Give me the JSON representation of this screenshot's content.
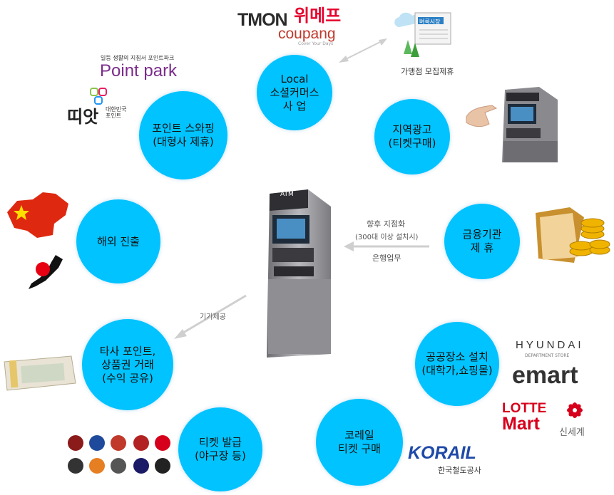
{
  "nodes": {
    "local": "Local\n소셜커머스\n사  업",
    "local_ad": "지역광고\n(티켓구매)",
    "finance": "금융기관\n제  휴",
    "public_install": "공공장소 설치\n(대학가,쇼핑몰)",
    "korail": "코레일\n티켓 구매",
    "ticket_issue": "티켓 발급\n(야구장 등)",
    "point_share": "타사 포인트,\n상품권 거래\n(수익 공유)",
    "overseas": "해외 진출",
    "point_swap": "포인트 스와핑\n(대형사 제휴)"
  },
  "labels": {
    "bank_future_1": "향후 지점화",
    "bank_future_2": "(300대 이상 설치시)",
    "bank_service": "은행업무",
    "device_supply": "기기제공",
    "merchant_recruit": "가맹점 모집제휴",
    "atm_text": "ATM",
    "newspaper": "벼룩시장"
  },
  "logos": {
    "tmon": "TMON",
    "wemakeprice": "위메프",
    "coupang": "coupang",
    "coupang_tag": "Cover Your Days",
    "pointpark_top": "일등 생활의 지침서 포인트파크",
    "pointpark": "Point park",
    "ttiat": "띠앗",
    "ttiat_sub": "대한민국\n포인트",
    "hyundai": "HYUNDAI",
    "hyundai_sub": "DEPARTMENT STORE",
    "emart": "emart",
    "lotte": "LOTTE",
    "mart": "Mart",
    "shinsegae": "신세계",
    "korail": "KORAIL",
    "korail_sub": "한국철도공사"
  },
  "colors": {
    "circle": "#00c3ff",
    "tmon": "#2b2b2b",
    "wemakeprice": "#e6002d",
    "coupang": "#c0392b",
    "emart": "#f2a900",
    "lotte": "#d7001c",
    "korail": "#1f4aa8"
  }
}
